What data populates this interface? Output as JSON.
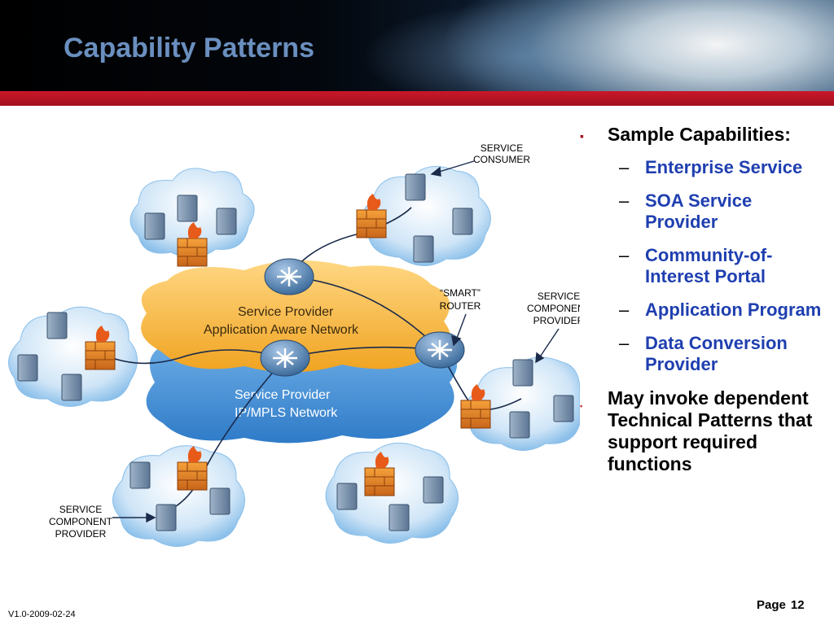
{
  "slide": {
    "title": "Capability Patterns",
    "version": "V1.0-2009-02-24",
    "page_label": "Page",
    "page_number": "12"
  },
  "bullets": {
    "item1": "Sample Capabilities:",
    "sub": [
      "Enterprise Service",
      "SOA Service Provider",
      "Community-of-Interest Portal",
      "Application Program",
      "Data Conversion Provider"
    ],
    "item2": "May invoke dependent Technical Patterns that support required functions",
    "bullet_marker": "▪",
    "dash_marker": "–"
  },
  "diagram": {
    "label_consumer_l1": "SERVICE",
    "label_consumer_l2": "CONSUMER",
    "label_router_l1": "“SMART”",
    "label_router_l2": "ROUTER",
    "label_provider_right_l1": "SERVICE",
    "label_provider_right_l2": "COMPONENT",
    "label_provider_right_l3": "PROVIDER",
    "label_provider_left_l1": "SERVICE",
    "label_provider_left_l2": "COMPONENT",
    "label_provider_left_l3": "PROVIDER",
    "orange_cloud_l1": "Service Provider",
    "orange_cloud_l2": "Application Aware Network",
    "blue_cloud_l1": "Service Provider",
    "blue_cloud_l2": "IP/MPLS Network"
  },
  "colors": {
    "accent_red": "#a3101f",
    "title_blue": "#6a8fbf",
    "sub_bullet_blue": "#1f3fb0",
    "orange_cloud": "#f5b43a",
    "blue_cloud": "#4d94d8"
  }
}
